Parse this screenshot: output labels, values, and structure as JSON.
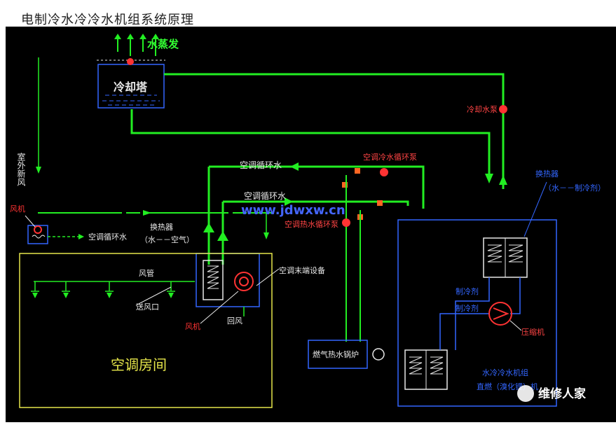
{
  "page_title": "电制冷水冷冷水机组系统原理",
  "labels": {
    "evaporation": "水蒸发",
    "cooling_tower": "冷却塔",
    "cooling_pump": "冷却水泵",
    "outdoor_air": "室外新风",
    "fan_top": "风机",
    "ac_loop_1": "空调循环水",
    "ac_loop_2": "空调循环水",
    "ac_loop_3": "空调循环水",
    "chilled_pump": "空调冷水循环泵",
    "hot_pump": "空调热水循环泵",
    "watermark": "www.jdwxw.cn",
    "hx_right": "换热器",
    "hx_right_sub": "（水－－制冷剂）",
    "hx_left": "换热器",
    "hx_left_sub": "（水－－空气）",
    "duct": "风管",
    "terminal": "空调末端设备",
    "supply_vent": "送风口",
    "return_air": "回风",
    "fan_bottom": "风机",
    "room": "空调房间",
    "refrigerant_1": "制冷剂",
    "refrigerant_2": "制冷剂",
    "compressor": "压缩机",
    "boiler": "燃气热水锅炉",
    "chiller": "水冷冷水机组",
    "chiller_sub": "直燃（溴化锂）机",
    "brand": "维修人家"
  },
  "colors": {
    "pipe": "#22ee22",
    "outline": "#3366ff",
    "text_green": "#33ff33",
    "text_white": "#e8e8e8",
    "text_red": "#ff3333",
    "text_blue": "#3355ff",
    "room_outline": "#e6e64a"
  }
}
